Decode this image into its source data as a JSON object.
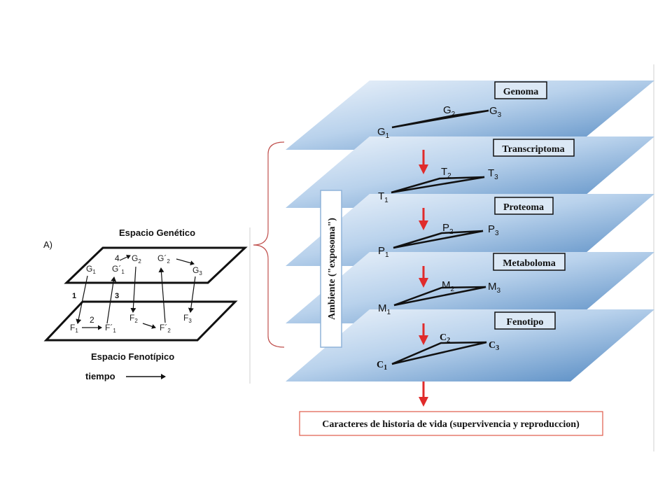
{
  "left_panel": {
    "panel_label": "A)",
    "top_plane_title": "Espacio Genético",
    "bottom_plane_title": "Espacio Fenotípico",
    "time_label": "tiempo",
    "genetic_nodes": {
      "g1": {
        "base": "G",
        "sub": "1"
      },
      "g1p": {
        "base": "G´",
        "sub": "1"
      },
      "g2": {
        "base": "G",
        "sub": "2"
      },
      "g2p": {
        "base": "G´",
        "sub": "2"
      },
      "g3": {
        "base": "G",
        "sub": "3"
      }
    },
    "phenotype_nodes": {
      "f1": {
        "base": "F",
        "sub": "1"
      },
      "f1p": {
        "base": "F´",
        "sub": "1"
      },
      "f2": {
        "base": "F",
        "sub": "2"
      },
      "f2p": {
        "base": "F´",
        "sub": "2"
      },
      "f3": {
        "base": "F",
        "sub": "3"
      }
    },
    "step_numbers": [
      "1",
      "2",
      "3",
      "4"
    ]
  },
  "right_panel": {
    "environment_label": "Ambiente (\"exposoma\")",
    "outcome_label": "Caracteres de historia de vida (supervivencia y reproduccion)",
    "layers": [
      {
        "name": "Genoma",
        "nodes": [
          {
            "base": "G",
            "sub": "1"
          },
          {
            "base": "G",
            "sub": "2"
          },
          {
            "base": "G",
            "sub": "3"
          }
        ]
      },
      {
        "name": "Transcriptoma",
        "nodes": [
          {
            "base": "T",
            "sub": "1"
          },
          {
            "base": "T",
            "sub": "2"
          },
          {
            "base": "T",
            "sub": "3"
          }
        ]
      },
      {
        "name": "Proteoma",
        "nodes": [
          {
            "base": "P",
            "sub": "1"
          },
          {
            "base": "P",
            "sub": "2"
          },
          {
            "base": "P",
            "sub": "3"
          }
        ]
      },
      {
        "name": "Metaboloma",
        "nodes": [
          {
            "base": "M",
            "sub": "1"
          },
          {
            "base": "M",
            "sub": "2"
          },
          {
            "base": "M",
            "sub": "3"
          }
        ]
      },
      {
        "name": "Fenotipo",
        "nodes": [
          {
            "base": "C",
            "sub": "1"
          },
          {
            "base": "C",
            "sub": "2"
          },
          {
            "base": "C",
            "sub": "3"
          }
        ]
      }
    ],
    "colors": {
      "plane_light": "#dbe8f5",
      "plane_dark": "#4f86c0",
      "arrow_red": "#e02b2b",
      "env_box_border": "#8fb3d9",
      "outcome_border": "#e05a4a"
    }
  }
}
